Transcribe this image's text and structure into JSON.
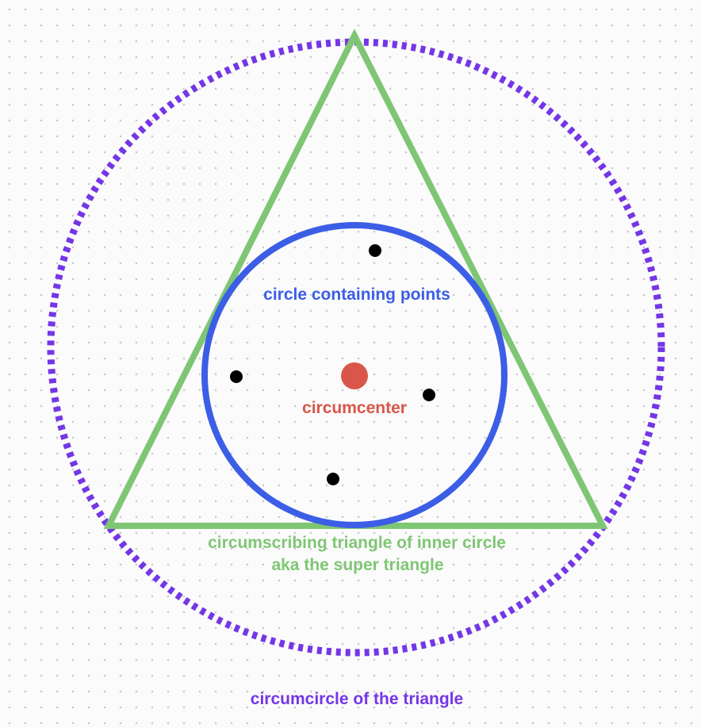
{
  "colors": {
    "background": "#fbfbfb",
    "grid_dot": "#c9c9c9",
    "outer_circle": "#7436e6",
    "triangle": "#7fc674",
    "inner_circle": "#3c5ee6",
    "circumcenter": "#d9574a",
    "point": "#000000"
  },
  "labels": {
    "inner_circle": "circle containing points",
    "circumcenter": "circumcenter",
    "triangle_line1": "circumscribing triangle of inner circle",
    "triangle_line2": "aka the super triangle",
    "outer_circle": "circumcircle of the triangle"
  },
  "elements": {
    "outer_circle": {
      "style": "dotted"
    },
    "triangle": {
      "style": "solid"
    },
    "inner_circle": {
      "style": "solid"
    },
    "points_count": 4
  }
}
